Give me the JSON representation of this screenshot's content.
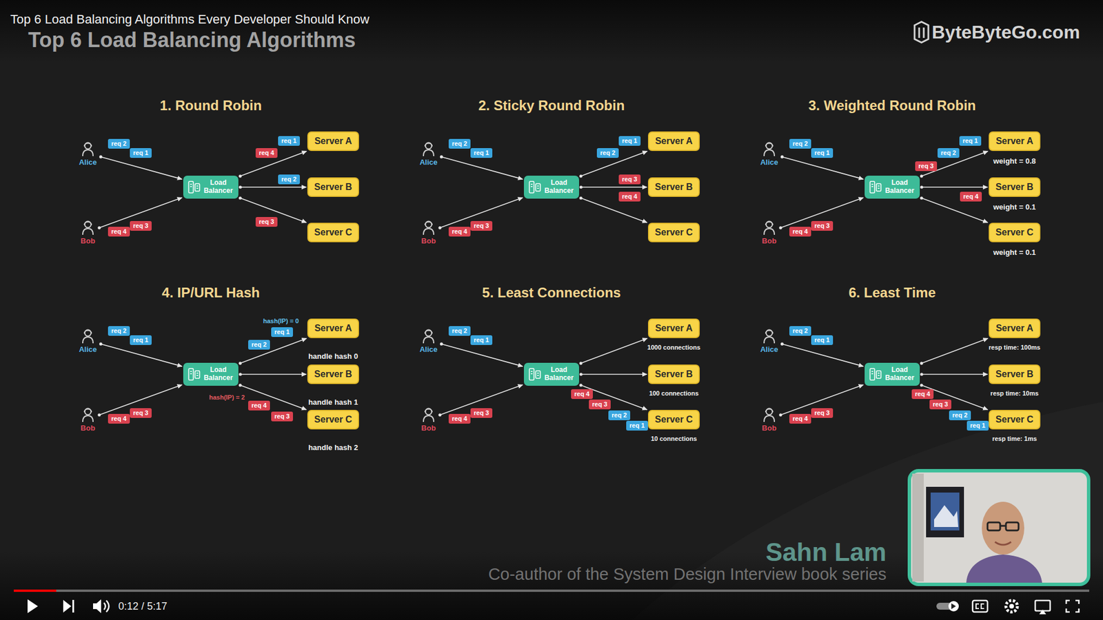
{
  "diagram": {
    "title": "Top 6 Load Balancing Algorithms",
    "nodes": [
      {
        "text": [
          "Alice"
        ]
      },
      {
        "text": [
          "Bob"
        ]
      },
      {
        "text": [
          "Load Balancer"
        ]
      },
      {
        "text": [
          "Server A"
        ]
      },
      {
        "text": [
          "Server B"
        ]
      },
      {
        "text": [
          "Server C"
        ]
      },
      {
        "text": [
          "Alice"
        ]
      },
      {
        "text": [
          "Bob"
        ]
      },
      {
        "text": [
          "Load Balancer"
        ]
      },
      {
        "text": [
          "Server A"
        ]
      },
      {
        "text": [
          "Server B"
        ]
      },
      {
        "text": [
          "Server C"
        ]
      },
      {
        "text": [
          "Alice"
        ]
      },
      {
        "text": [
          "Bob"
        ]
      },
      {
        "text": [
          "Load Balancer"
        ]
      },
      {
        "text": [
          "Server A",
          "weight = 0.8"
        ]
      },
      {
        "text": [
          "Server B",
          "weight = 0.1"
        ]
      },
      {
        "text": [
          "Server C",
          "weight = 0.1"
        ]
      },
      {
        "text": [
          "Alice"
        ]
      },
      {
        "text": [
          "Bob"
        ]
      },
      {
        "text": [
          "Load Balancer"
        ]
      },
      {
        "text": [
          "Server A",
          "handle hash 0"
        ]
      },
      {
        "text": [
          "Server B",
          "handle hash 1"
        ]
      },
      {
        "text": [
          "Server C",
          "handle hash 2"
        ]
      },
      {
        "text": [
          "Alice"
        ]
      },
      {
        "text": [
          "Bob"
        ]
      },
      {
        "text": [
          "Load Balancer"
        ]
      },
      {
        "text": [
          "Server A",
          "1000 connections"
        ]
      },
      {
        "text": [
          "Server B",
          "100 connections"
        ]
      },
      {
        "text": [
          "Server C",
          "10 connections"
        ]
      },
      {
        "text": [
          "Alice"
        ]
      },
      {
        "text": [
          "Bob"
        ]
      },
      {
        "text": [
          "Load Balancer"
        ]
      },
      {
        "text": [
          "Server A",
          "resp time: 100ms"
        ]
      },
      {
        "text": [
          "Server B",
          "resp time: 10ms"
        ]
      },
      {
        "text": [
          "Server C",
          "resp time: 1ms"
        ]
      }
    ],
    "edges": [
      {
        "from": 0,
        "to": 2,
        "arrow": "to"
      },
      {
        "from": 1,
        "to": 2,
        "arrow": "to"
      },
      {
        "from": 2,
        "to": 3,
        "arrow": "to"
      },
      {
        "from": 2,
        "to": 4,
        "arrow": "to"
      },
      {
        "from": 2,
        "to": 5,
        "arrow": "to"
      },
      {
        "from": 6,
        "to": 8,
        "arrow": "to"
      },
      {
        "from": 7,
        "to": 8,
        "arrow": "to"
      },
      {
        "from": 8,
        "to": 9,
        "arrow": "to"
      },
      {
        "from": 8,
        "to": 10,
        "arrow": "to"
      },
      {
        "from": 8,
        "to": 11,
        "arrow": "to"
      },
      {
        "from": 12,
        "to": 14,
        "arrow": "to"
      },
      {
        "from": 13,
        "to": 14,
        "arrow": "to"
      },
      {
        "from": 14,
        "to": 15,
        "arrow": "to"
      },
      {
        "from": 14,
        "to": 16,
        "arrow": "to"
      },
      {
        "from": 14,
        "to": 17,
        "arrow": "to"
      },
      {
        "from": 18,
        "to": 20,
        "arrow": "to"
      },
      {
        "from": 19,
        "to": 20,
        "arrow": "to"
      },
      {
        "from": 20,
        "to": 21,
        "arrow": "to"
      },
      {
        "from": 20,
        "to": 22,
        "arrow": "to"
      },
      {
        "from": 20,
        "to": 23,
        "arrow": "to"
      },
      {
        "from": 24,
        "to": 26,
        "arrow": "to"
      },
      {
        "from": 25,
        "to": 26,
        "arrow": "to"
      },
      {
        "from": 26,
        "to": 27,
        "arrow": "to"
      },
      {
        "from": 26,
        "to": 28,
        "arrow": "to"
      },
      {
        "from": 26,
        "to": 29,
        "arrow": "to"
      },
      {
        "from": 30,
        "to": 32,
        "arrow": "to"
      },
      {
        "from": 31,
        "to": 32,
        "arrow": "to"
      },
      {
        "from": 32,
        "to": 33,
        "arrow": "to"
      },
      {
        "from": 32,
        "to": 34,
        "arrow": "to"
      },
      {
        "from": 32,
        "to": 35,
        "arrow": "to"
      }
    ],
    "labels": [
      "Top 6 Load Balancing Algorithms Every Developer Should Know",
      "ByteByteGo.com",
      "1. Round Robin",
      "2. Sticky Round Robin",
      "3. Weighted Round Robin",
      "4. IP/URL Hash",
      "5. Least Connections",
      "6. Least Time",
      "req 2",
      "req 1",
      "req 4",
      "req 3",
      "req 1",
      "req 4",
      "req 2",
      "req 3",
      "req 2",
      "req 1",
      "req 4",
      "req 3",
      "req 1",
      "req 2",
      "req 3",
      "req 4",
      "req 2",
      "req 1",
      "req 4",
      "req 3",
      "req 1",
      "req 2",
      "req 3",
      "req 4",
      "req 2",
      "req 1",
      "req 4",
      "req 3",
      "hash(IP) = 0",
      "req 1",
      "req 2",
      "hash(IP) = 2",
      "req 4",
      "req 3",
      "req 2",
      "req 1",
      "req 4",
      "req 3",
      "req 4",
      "req 3",
      "req 2",
      "req 1",
      "req 2",
      "req 1",
      "req 4",
      "req 3",
      "req 4",
      "req 3",
      "req 2",
      "req 1",
      "Sahn Lam",
      "Co-author of the System Design Interview book series",
      "0:12 / 5:17"
    ]
  }
}
